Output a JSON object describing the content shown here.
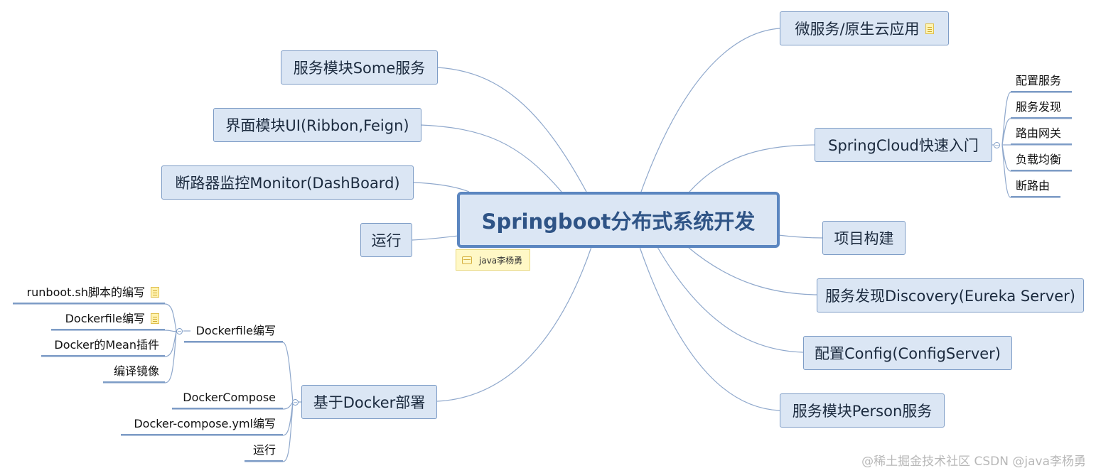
{
  "center": {
    "label": "Springboot分布式系统开发"
  },
  "author_note": {
    "label": "java李杨勇"
  },
  "left_branches": [
    {
      "label": "服务模块Some服务"
    },
    {
      "label": "界面模块UI(Ribbon,Feign)"
    },
    {
      "label": "断路器监控Monitor(DashBoard)"
    },
    {
      "label": "运行"
    },
    {
      "label": "基于Docker部署"
    }
  ],
  "right_branches": [
    {
      "label": "微服务/原生云应用"
    },
    {
      "label": "SpringCloud快速入门"
    },
    {
      "label": "项目构建"
    },
    {
      "label": "服务发现Discovery(Eureka Server)"
    },
    {
      "label": "配置Config(ConfigServer)"
    },
    {
      "label": "服务模块Person服务"
    }
  ],
  "springcloud_children": [
    "配置服务",
    "服务发现",
    "路由网关",
    "负载均衡",
    "断路由"
  ],
  "docker_children": [
    "Dockerfile编写",
    "DockerCompose",
    "Docker-compose.yml编写",
    "运行"
  ],
  "dockerfile_children": [
    "runboot.sh脚本的编写",
    "Dockerfile编写",
    "Docker的Mean插件",
    "编译镜像"
  ],
  "watermark": "@稀土掘金技术社区 CSDN @java李杨勇",
  "colors": {
    "node_fill": "#dbe6f4",
    "node_border": "#7d9cc6",
    "center_border": "#5b86c0",
    "center_text": "#2f5486",
    "link": "#8fa8cc"
  }
}
